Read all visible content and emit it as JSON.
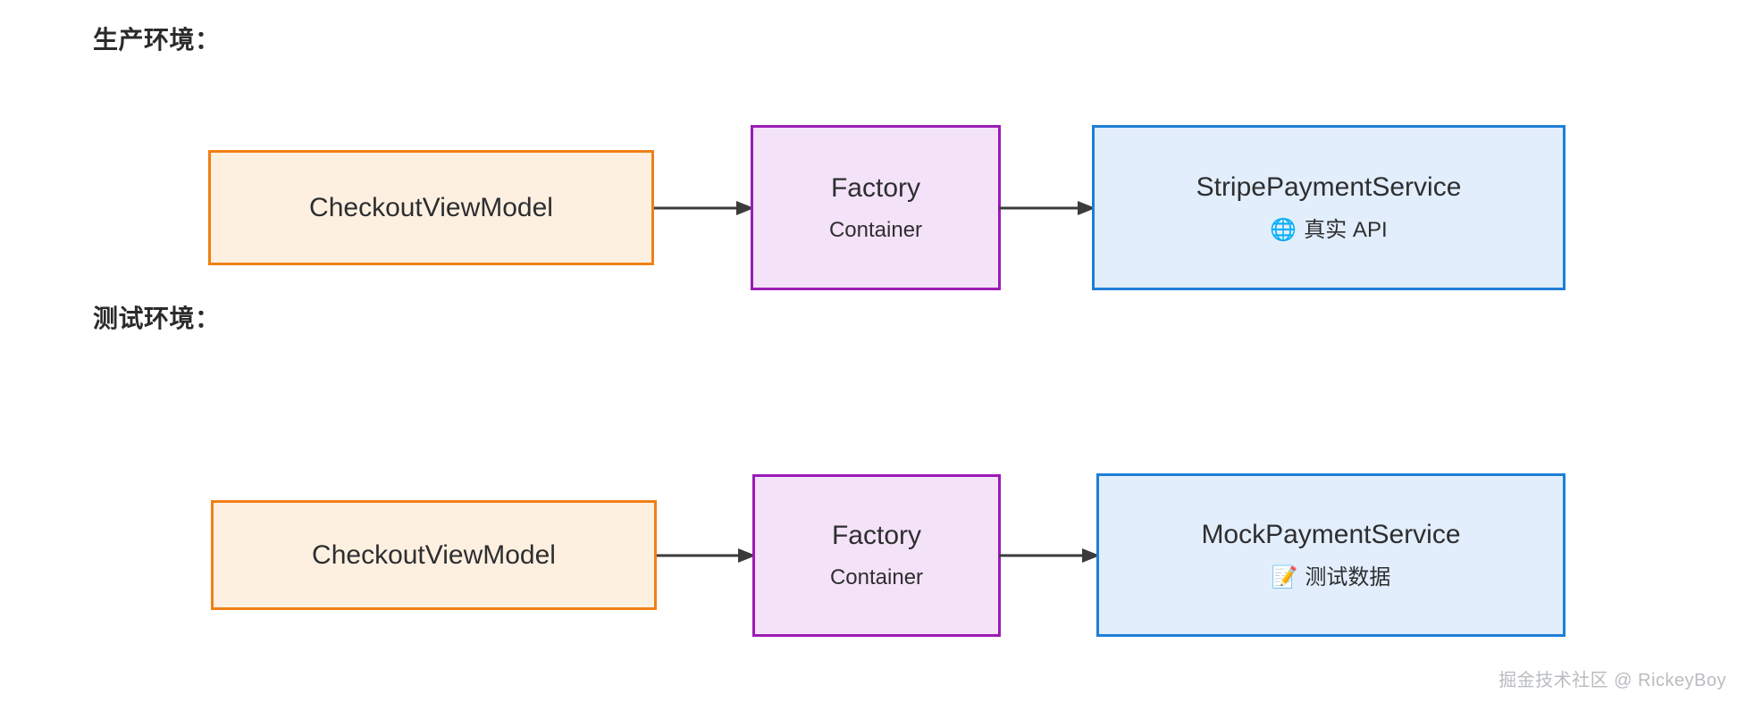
{
  "sections": [
    {
      "label": "生产环境：",
      "nodes": {
        "viewmodel": {
          "title": "CheckoutViewModel"
        },
        "factory": {
          "title": "Factory",
          "subtitle": "Container"
        },
        "service": {
          "title": "StripePaymentService",
          "emoji": "🌐",
          "subtitle": "真实 API"
        }
      }
    },
    {
      "label": "测试环境：",
      "nodes": {
        "viewmodel": {
          "title": "CheckoutViewModel"
        },
        "factory": {
          "title": "Factory",
          "subtitle": "Container"
        },
        "service": {
          "title": "MockPaymentService",
          "emoji": "📝",
          "subtitle": "测试数据"
        }
      }
    }
  ],
  "colors": {
    "orange_border": "#f08016",
    "orange_fill": "#fdf0e1",
    "purple_border": "#9c1bb6",
    "purple_fill": "#f4e2f8",
    "blue_border": "#1d7fd6",
    "blue_fill": "#e2eefb",
    "arrow": "#3b3b3b",
    "text": "#2e2e30",
    "watermark": "#b9bcc0"
  },
  "watermark": "掘金技术社区 @ RickeyBoy"
}
